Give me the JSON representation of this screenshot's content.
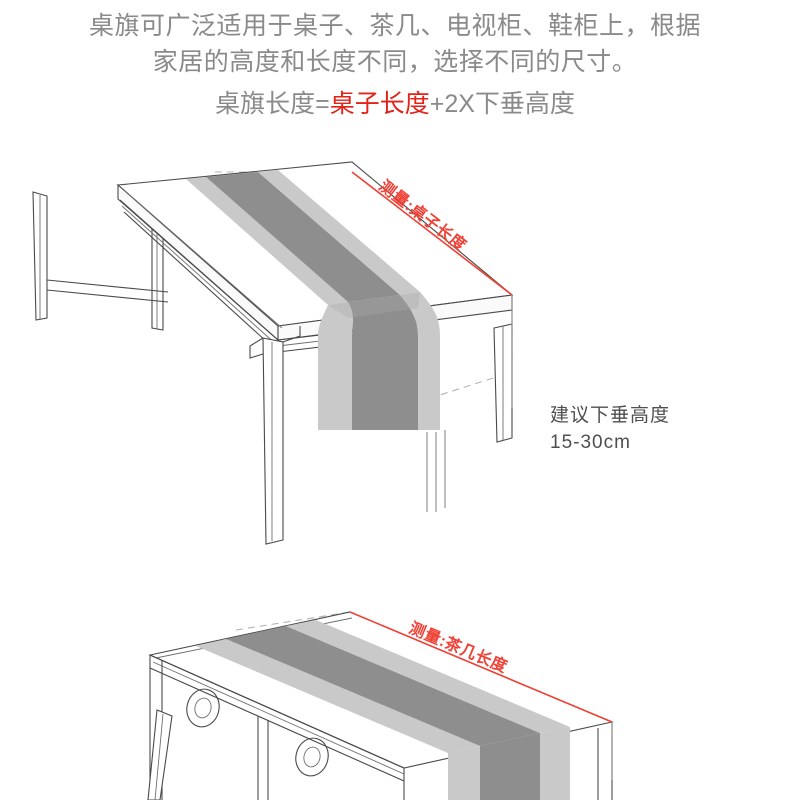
{
  "heading": {
    "line1": "桌旗可广泛适用于桌子、茶几、电视柜、鞋柜上，根据",
    "line2": "家居的高度和长度不同，选择不同的尺寸。",
    "formula_prefix": "桌旗长度=",
    "formula_highlight": "桌子长度",
    "formula_suffix": "+2X下垂高度"
  },
  "diagram_table": {
    "dimension_label": "测量:桌子长度",
    "note_line1": "建议下垂高度",
    "note_line2": "15-30cm"
  },
  "diagram_cabinet": {
    "dimension_label": "测量:茶几长度"
  },
  "colors": {
    "text_gray": "#8a8a8a",
    "highlight_red": "#e32219",
    "dimension_red": "#ef4136",
    "note_gray": "#4f4f4f",
    "runner_dark": "#8e8e8e",
    "runner_mid": "#a8a8a8",
    "runner_light": "#c9c9c9",
    "line_gray": "#4a4a4a",
    "dash_gray": "#b4b4b4",
    "background": "#ffffff"
  }
}
